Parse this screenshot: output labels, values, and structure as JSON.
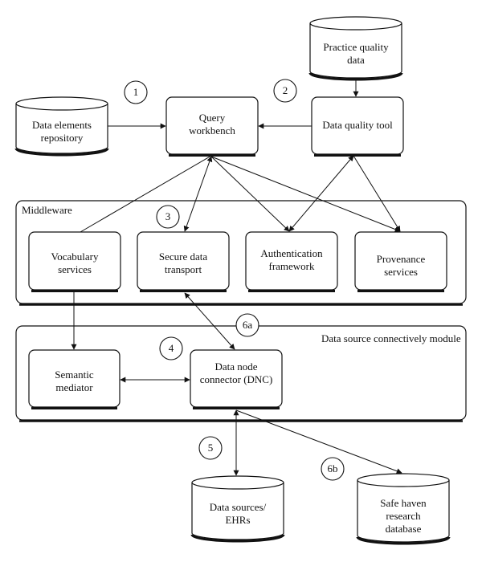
{
  "regions": {
    "middleware": "Middleware",
    "dsc_module": "Data source connectively module"
  },
  "nodes": {
    "practice_quality": "Practice quality\ndata",
    "data_elements": "Data elements\nrepository",
    "query_workbench": "Query\nworkbench",
    "data_quality_tool": "Data quality tool",
    "vocabulary": "Vocabulary\nservices",
    "secure_transport": "Secure data\ntransport",
    "auth": "Authentication\nframework",
    "provenance": "Provenance\nservices",
    "semantic": "Semantic\nmediator",
    "dnc": "Data node\nconnector (DNC)",
    "data_sources": "Data sources/\nEHRs",
    "safe_haven": "Safe haven\nresearch\ndatabase"
  },
  "markers": [
    "1",
    "2",
    "3",
    "4",
    "5",
    "6a",
    "6b"
  ]
}
